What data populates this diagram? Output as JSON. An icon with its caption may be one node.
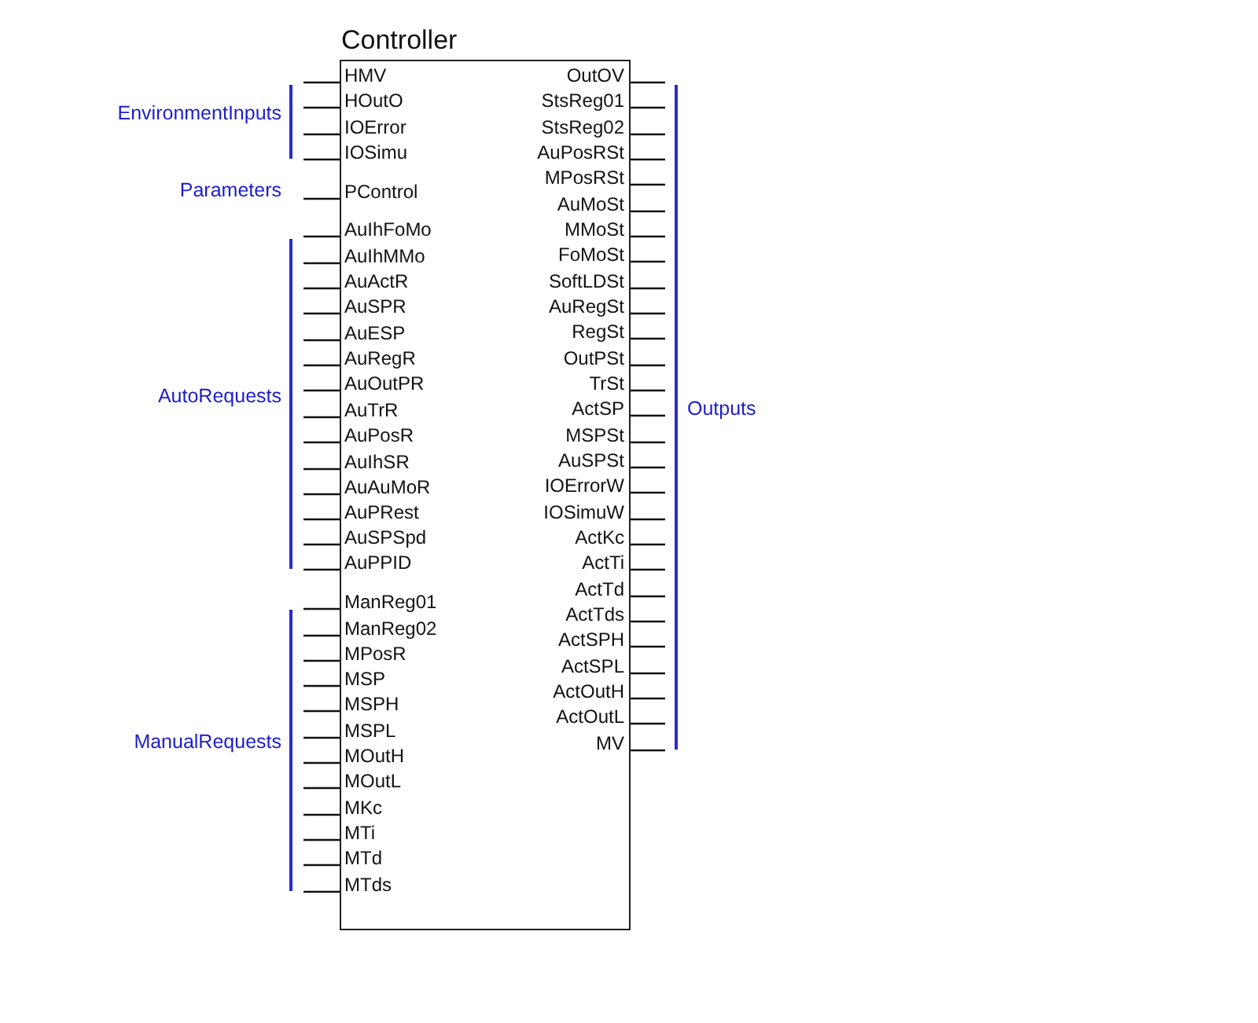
{
  "diagram": {
    "nodes": [
      {
        "text": [
          "Controller"
        ]
      }
    ],
    "labels": [
      "EnvironmentInputs",
      "Parameters",
      "AutoRequests",
      "ManualRequests",
      "HMV",
      "HOutO",
      "IOError",
      "IOSimu",
      "PControl",
      "AuIhFoMo",
      "AuIhMMo",
      "AuActR",
      "AuSPR",
      "AuESP",
      "AuRegR",
      "AuOutPR",
      "AuTrR",
      "AuPosR",
      "AuIhSR",
      "AuAuMoR",
      "AuPRest",
      "AuSPSpd",
      "AuPPID",
      "ManReg01",
      "ManReg02",
      "MPosR",
      "MSP",
      "MSPH",
      "MSPL",
      "MOutH",
      "MOutL",
      "MKc",
      "MTi",
      "MTd",
      "MTds",
      "OutOV",
      "StsReg01",
      "StsReg02",
      "AuPosRSt",
      "MPosRSt",
      "AuMoSt",
      "MMoSt",
      "FoMoSt",
      "SoftLDSt",
      "AuRegSt",
      "RegSt",
      "OutPSt",
      "TrSt",
      "ActSP",
      "MSPSt",
      "AuSPSt",
      "IOErrorW",
      "IOSimuW",
      "ActKc",
      "ActTi",
      "ActTd",
      "ActTds",
      "ActSPH",
      "ActSPL",
      "ActOutH",
      "ActOutL",
      "MV",
      "Outputs"
    ]
  }
}
